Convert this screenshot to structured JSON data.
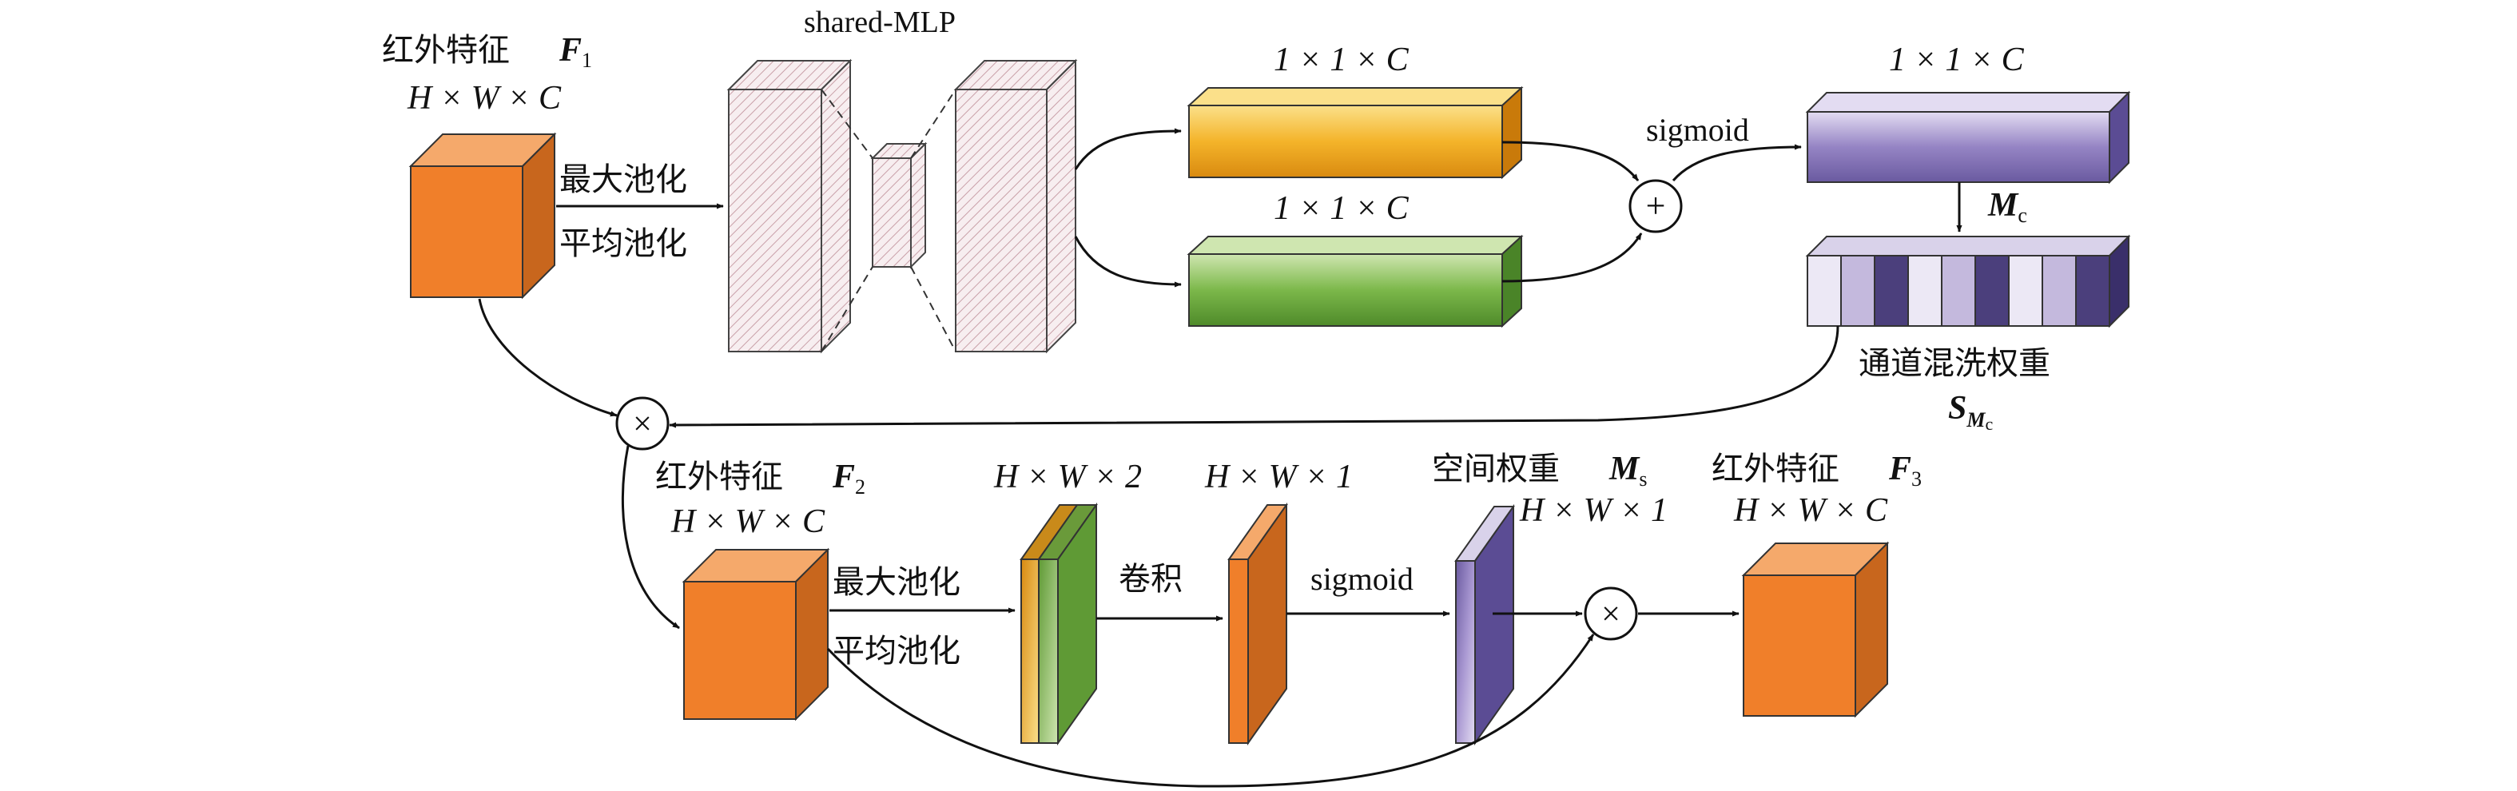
{
  "top_branch": {
    "input_title": "红外特征",
    "input_symbol": "F",
    "input_symbol_sub": "1",
    "input_dims": "H × W × C",
    "pool_max": "最大池化",
    "pool_avg": "平均池化",
    "mlp_label": "shared-MLP",
    "vec_max_dims": "1 × 1 × C",
    "vec_avg_dims": "1 × 1 × C",
    "sigmoid_label": "sigmoid",
    "plus_symbol": "+",
    "out_dims": "1 × 1 × C",
    "mc_symbol": "M",
    "mc_sub": "c",
    "shuffle_title": "通道混洗权重",
    "shuffle_symbol": "S",
    "shuffle_sub1": "M",
    "shuffle_sub2": "c"
  },
  "multiply_symbol": "×",
  "bottom_branch": {
    "input_title": "红外特征",
    "input_symbol": "F",
    "input_symbol_sub": "2",
    "input_dims": "H × W × C",
    "pool_max": "最大池化",
    "pool_avg": "平均池化",
    "concat_dims": "H × W × 2",
    "conv_label": "卷积",
    "conv_dims": "H × W × 1",
    "sigmoid_label": "sigmoid",
    "spatial_title": "空间权重",
    "ms_symbol": "M",
    "ms_sub": "s",
    "spatial_dims": "H × W × 1",
    "output_title": "红外特征",
    "output_symbol": "F",
    "output_symbol_sub": "3",
    "output_dims": "H × W × C"
  },
  "colors": {
    "orange": "#f07f2a",
    "orange_top": "#f5a96b",
    "orange_side": "#c8661d",
    "yellow": "#f4b42a",
    "green": "#7cb84a",
    "purple": "#9584c4",
    "hatch": "#c9a0a8"
  }
}
